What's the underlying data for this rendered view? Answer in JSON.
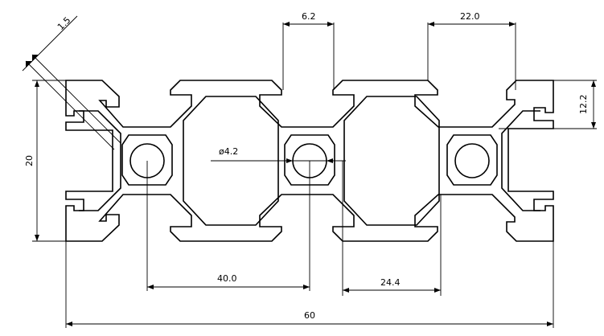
{
  "dimensions": {
    "wall_thickness": "1.5",
    "slot_opening": "6.2",
    "slot_pitch_top": "22.0",
    "slot_depth": "12.2",
    "height": "20",
    "bore_diameter": "ø4.2",
    "bore_spacing": "40.0",
    "cavity_width": "24.4",
    "overall_width": "60"
  },
  "colors": {
    "line": "#000000",
    "background": "#ffffff"
  }
}
